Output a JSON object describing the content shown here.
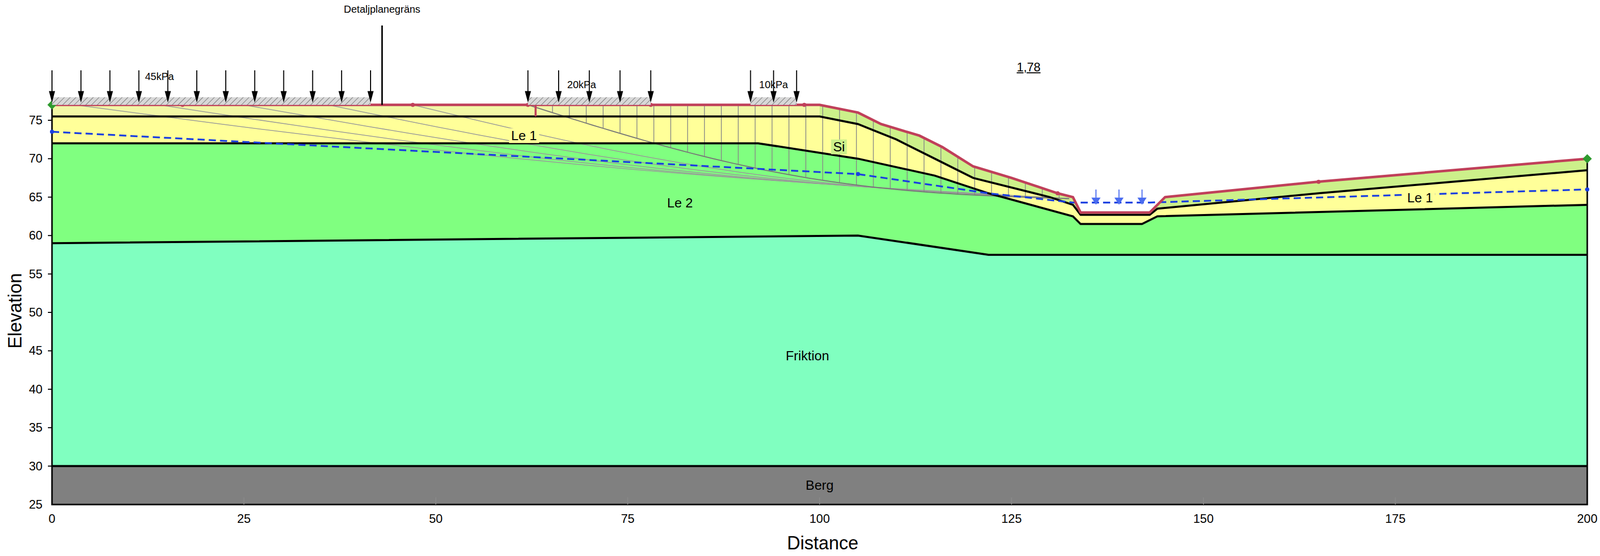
{
  "diagram": {
    "labels": [
      "Detaljplanegräns",
      "45kPa",
      "20kPa",
      "10kPa",
      "1,78",
      "Le 1",
      "Si",
      "Le 2",
      "Le 1",
      "Friktion",
      "Berg",
      "75",
      "70",
      "65",
      "60",
      "55",
      "50",
      "45",
      "40",
      "35",
      "30",
      "25",
      "0",
      "25",
      "50",
      "75",
      "100",
      "125",
      "150",
      "175",
      "200",
      "Elevation",
      "Distance"
    ]
  }
}
